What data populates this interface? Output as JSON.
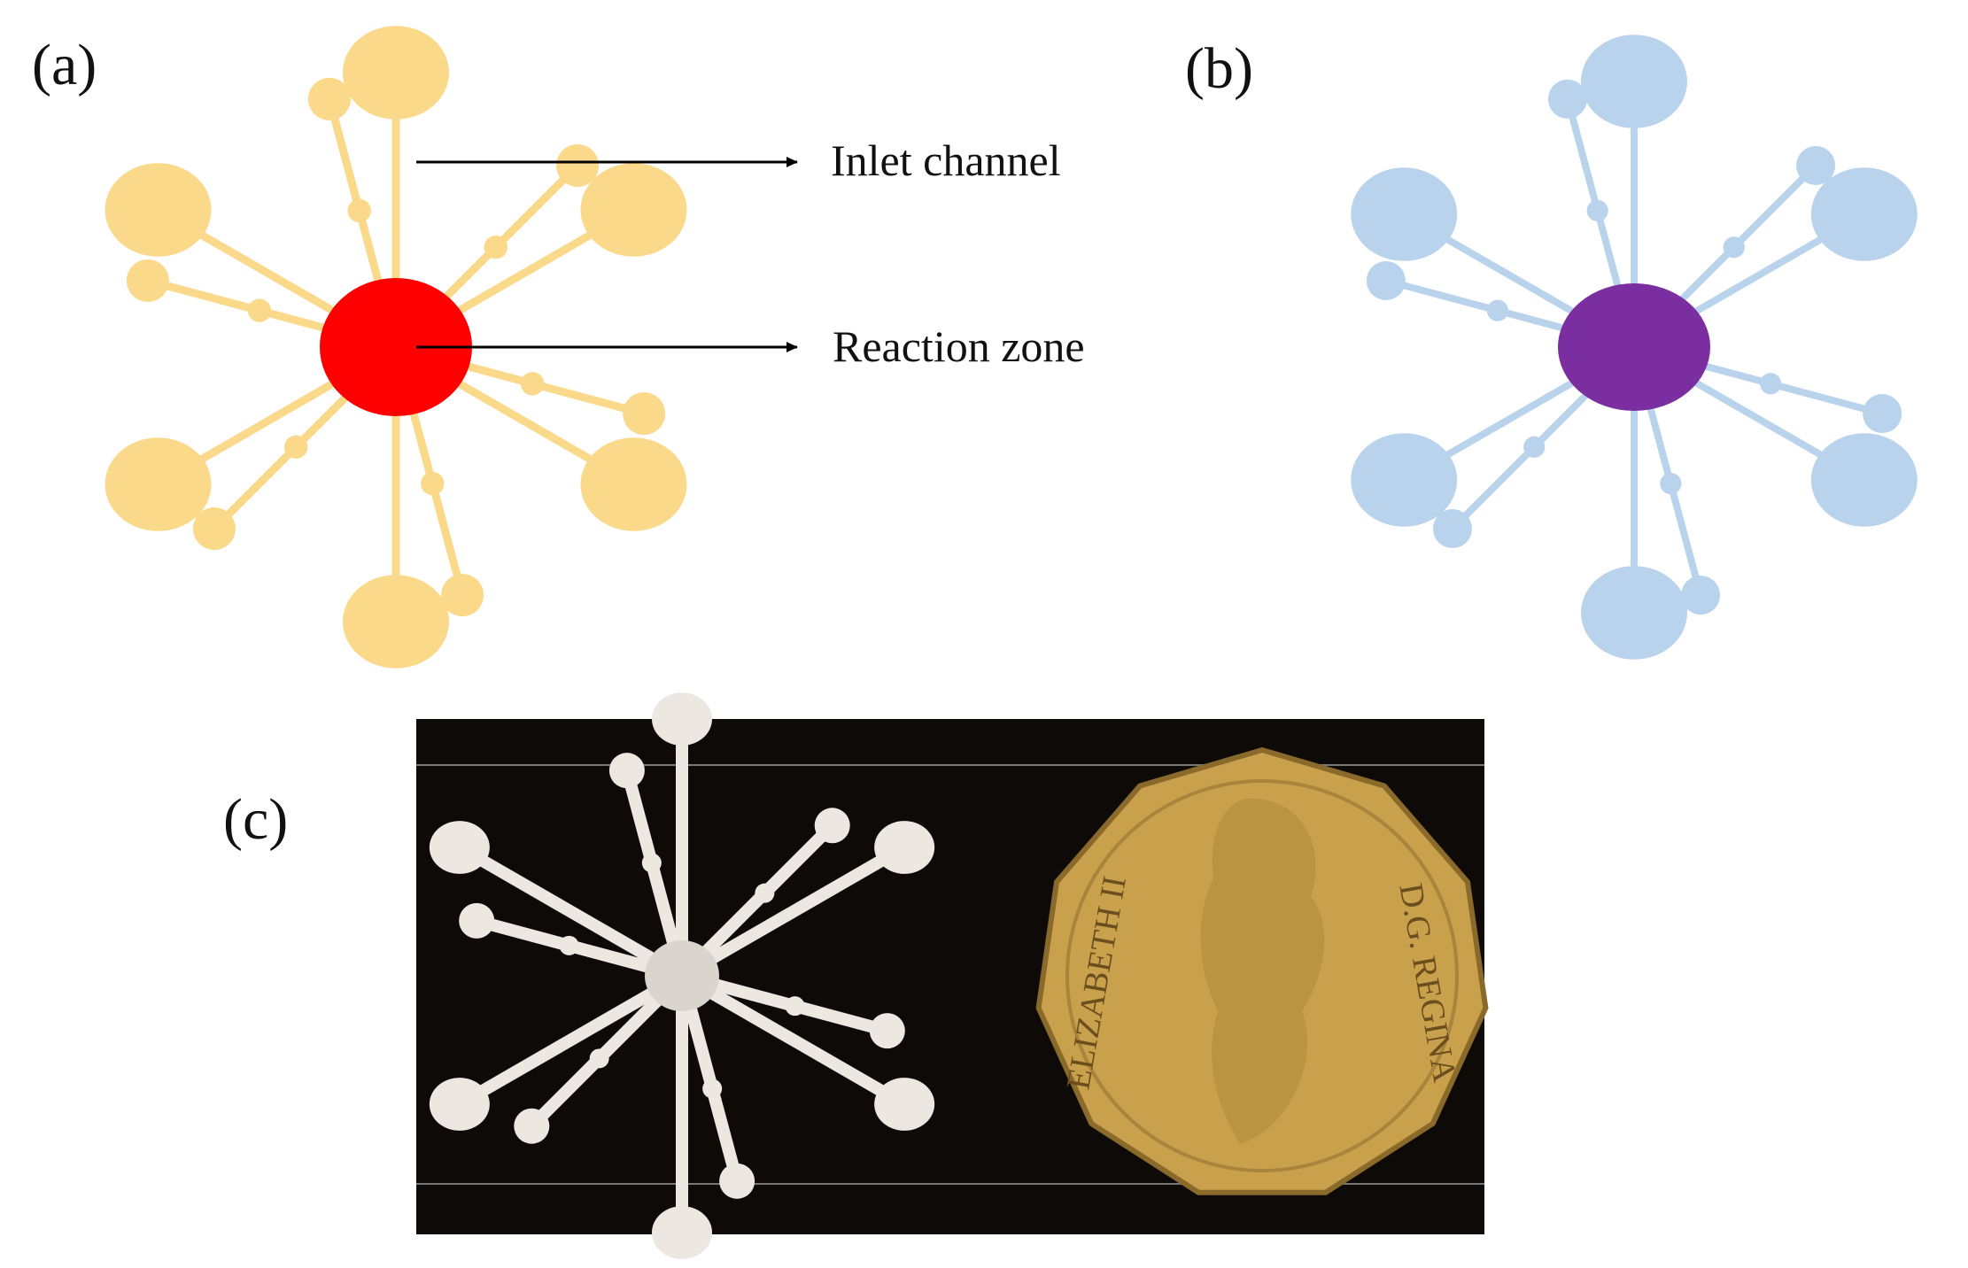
{
  "panels": {
    "a": {
      "label": "(a)",
      "reaction_zone_color": "#ff0000",
      "branch_color": "#fbd98a"
    },
    "b": {
      "label": "(b)",
      "reaction_zone_color": "#7b2ea0",
      "branch_color": "#b9d3ec"
    },
    "c": {
      "label": "(c)",
      "photo_background": "#0d0a08",
      "device_color": "#ece7e1",
      "coin_color": "#c9a14d"
    }
  },
  "annotations": {
    "inlet_channel": "Inlet channel",
    "reaction_zone": "Reaction zone"
  },
  "coin": {
    "inscription_left": "ELIZABETH II",
    "inscription_right": "D.G. REGINA"
  }
}
